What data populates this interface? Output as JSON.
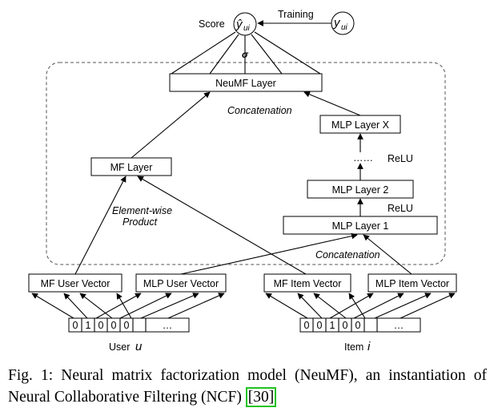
{
  "diagram": {
    "score_label": "Score",
    "prediction_symbol": "ŷ",
    "prediction_sub": "ui",
    "target_symbol": "y",
    "target_sub": "ui",
    "training_label": "Training",
    "sigma_label": "σ",
    "neumf_layer": "NeuMF Layer",
    "concatenation_top": "Concatenation",
    "mlp_layer_x": "MLP Layer X",
    "dots": "……",
    "relu_upper": "ReLU",
    "mlp_layer_2": "MLP Layer 2",
    "relu_lower": "ReLU",
    "mlp_layer_1": "MLP Layer 1",
    "mf_layer": "MF Layer",
    "element_wise_line1": "Element-wise",
    "element_wise_line2": "Product",
    "concatenation_bottom": "Concatenation",
    "mf_user_vector": "MF User Vector",
    "mlp_user_vector": "MLP User Vector",
    "mf_item_vector": "MF Item Vector",
    "mlp_item_vector": "MLP Item Vector",
    "user_bits": [
      "0",
      "1",
      "0",
      "0",
      "0",
      "…"
    ],
    "item_bits": [
      "0",
      "0",
      "1",
      "0",
      "0",
      "…"
    ],
    "user_label": "User",
    "user_var": "u",
    "item_label": "Item",
    "item_var": "i"
  },
  "caption": {
    "text": "Fig. 1: Neural matrix factorization model (NeuMF), an instantiation of Neural Collaborative Filtering (NCF) ",
    "citation": "[30]"
  }
}
